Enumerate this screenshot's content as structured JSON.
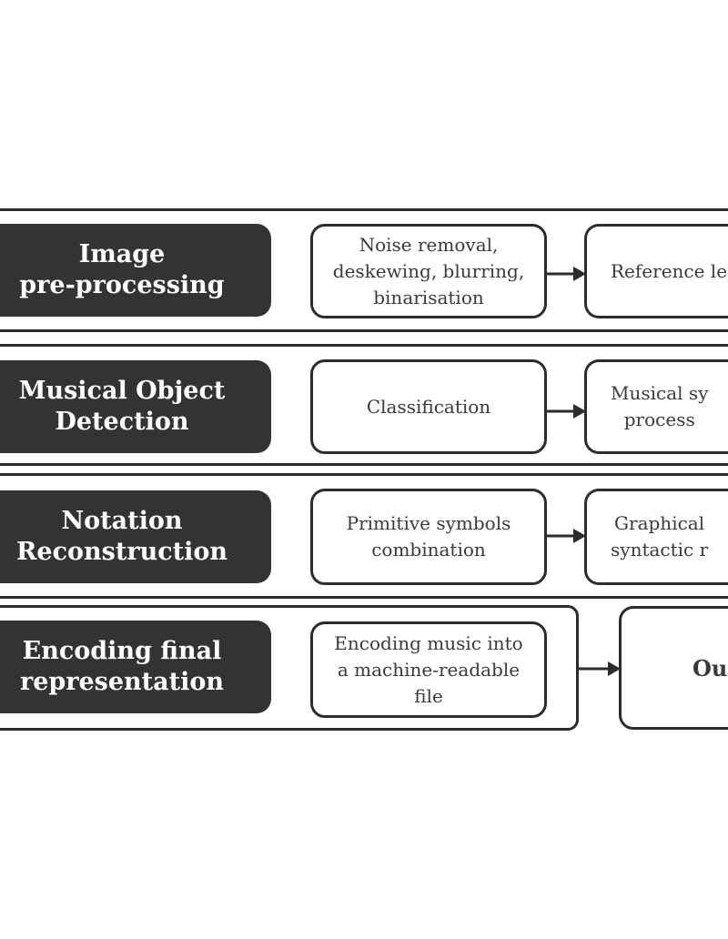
{
  "stages": [
    {
      "label": "Image\npre-processing",
      "steps": [
        "Noise removal,\ndeskewing, blurring,\nbinarisation",
        "Reference le"
      ]
    },
    {
      "label": "Musical Object\nDetection",
      "steps": [
        "Classification",
        "Musical sy\nprocess"
      ]
    },
    {
      "label": "Notation\nReconstruction",
      "steps": [
        "Primitive symbols\ncombination",
        "Graphical\nsyntactic r"
      ]
    },
    {
      "label": "Encoding final\nrepresentation",
      "steps": [
        "Encoding music into\na machine-readable\nfile",
        "Ou"
      ]
    }
  ],
  "colors": {
    "stage_label_bg": "#333333",
    "stage_label_text": "#ffffff",
    "stroke": "#2c2c2c",
    "step_text": "#3a3a3a"
  },
  "icons": {
    "connector": "arrow-right-icon"
  }
}
